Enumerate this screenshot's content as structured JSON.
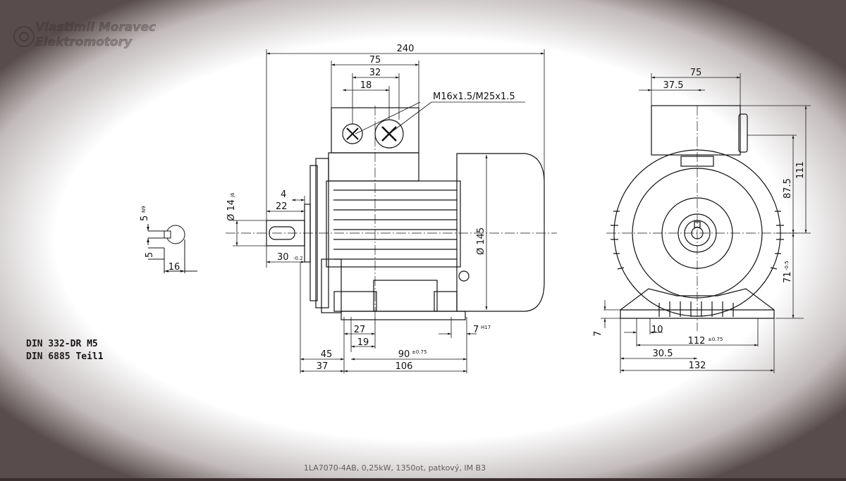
{
  "logo": {
    "line1": "Vlastimil Moravec",
    "line2": "Elektromotory"
  },
  "notes": [
    "DIN 332-DR M5",
    "DIN 6885 Teil1"
  ],
  "caption": "1LA7070-4AB,  0,25kW, 1350ot, patkový, IM B3",
  "thread_label": "M16x1.5/M25x1.5",
  "side_view": {
    "top": [
      "240",
      "75",
      "32",
      "18"
    ],
    "shaft": [
      "4",
      "22",
      "30",
      "-0.2"
    ],
    "dia_shaft": "Ø 14",
    "dia_shaft_tol": "j6",
    "dia_body": "Ø 145",
    "bottom": [
      "27",
      "19",
      "45",
      "37",
      "90",
      "±0.75",
      "106",
      "7",
      "H17"
    ]
  },
  "keyway": [
    "5",
    "N9",
    "5",
    "16"
  ],
  "front_view": {
    "top": [
      "75",
      "37.5"
    ],
    "right": [
      "111",
      "87.5",
      "71",
      "-0.5"
    ],
    "bottom": [
      "7",
      "10",
      "112",
      "±0.75",
      "30.5",
      "132"
    ]
  },
  "colors": {
    "line": "#111111",
    "paper": "#ffffff",
    "frame": "#3b2f2f"
  }
}
